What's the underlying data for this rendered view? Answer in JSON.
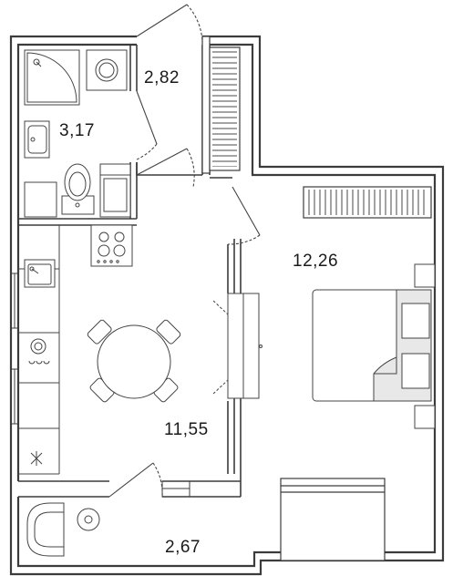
{
  "rooms": {
    "hall": {
      "area": "2,82"
    },
    "bathroom": {
      "area": "3,17"
    },
    "bedroom": {
      "area": "12,26"
    },
    "kitchen": {
      "area": "11,55"
    },
    "balcony": {
      "area": "2,67"
    }
  },
  "colors": {
    "wall": "#3c3c3c",
    "wall_fill": "#ffffff",
    "line": "#555555",
    "bed_fill": "#e8e8e8",
    "background": "#ffffff"
  }
}
